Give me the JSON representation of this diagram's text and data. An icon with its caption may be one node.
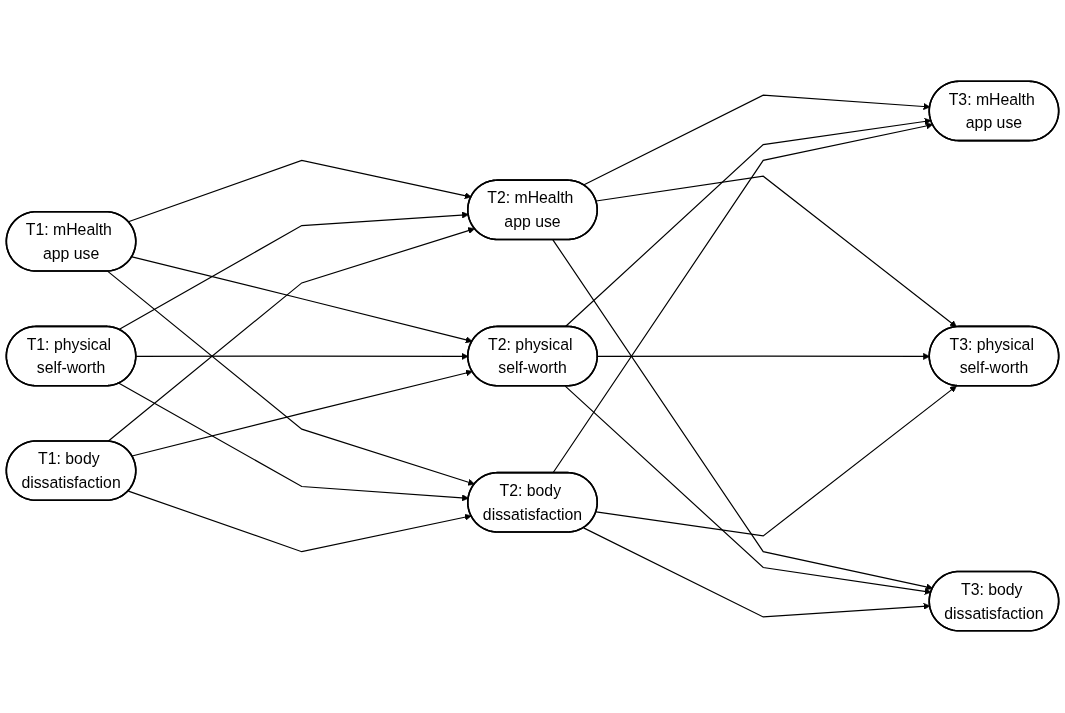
{
  "diagram": {
    "nodes": [
      {
        "text": [
          "T1: mHealth app use"
        ]
      },
      {
        "text": [
          "T1: physical self-worth"
        ]
      },
      {
        "text": [
          "T1: body dissatisfaction"
        ]
      },
      {
        "text": [
          "T2: mHealth app use"
        ]
      },
      {
        "text": [
          "T2: physical self-worth"
        ]
      },
      {
        "text": [
          "T2: body dissatisfaction"
        ]
      },
      {
        "text": [
          "T3: mHealth app use"
        ]
      },
      {
        "text": [
          "T3: physical self-worth"
        ]
      },
      {
        "text": [
          "T3: body dissatisfaction"
        ]
      }
    ],
    "edges": [
      {
        "from": 0,
        "to": 3,
        "arrow": "to"
      },
      {
        "from": 0,
        "to": 4,
        "arrow": "to"
      },
      {
        "from": 0,
        "to": 5,
        "arrow": "to"
      },
      {
        "from": 1,
        "to": 3,
        "arrow": "to"
      },
      {
        "from": 1,
        "to": 4,
        "arrow": "to"
      },
      {
        "from": 1,
        "to": 5,
        "arrow": "to"
      },
      {
        "from": 2,
        "to": 3,
        "arrow": "to"
      },
      {
        "from": 2,
        "to": 4,
        "arrow": "to"
      },
      {
        "from": 2,
        "to": 5,
        "arrow": "to"
      },
      {
        "from": 3,
        "to": 6,
        "arrow": "to"
      },
      {
        "from": 3,
        "to": 7,
        "arrow": "to"
      },
      {
        "from": 3,
        "to": 8,
        "arrow": "to"
      },
      {
        "from": 4,
        "to": 6,
        "arrow": "to"
      },
      {
        "from": 4,
        "to": 7,
        "arrow": "to"
      },
      {
        "from": 4,
        "to": 8,
        "arrow": "to"
      },
      {
        "from": 5,
        "to": 6,
        "arrow": "to"
      },
      {
        "from": 5,
        "to": 7,
        "arrow": "to"
      },
      {
        "from": 5,
        "to": 8,
        "arrow": "to"
      }
    ]
  }
}
